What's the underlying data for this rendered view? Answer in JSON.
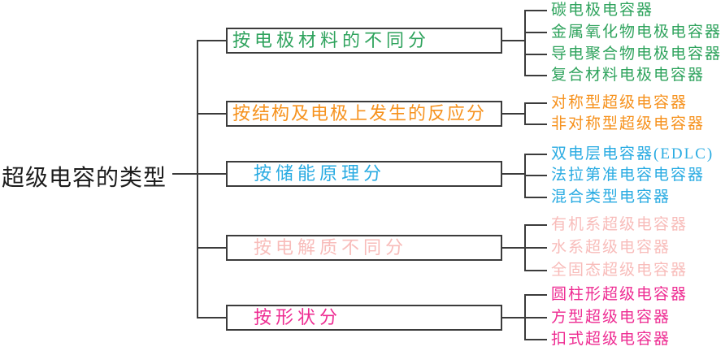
{
  "title": "超级电容的类型",
  "colors": {
    "line": "#3b3b3b",
    "root_text": "#1c1c1c",
    "branch_electrode_material": "#2fa35d",
    "branch_structure_reaction": "#f6921e",
    "branch_energy_storage": "#29abe2",
    "branch_electrolyte": "#f8bcba",
    "branch_shape": "#ee2c92"
  },
  "tree": {
    "root": "超级电容的类型",
    "branches": [
      {
        "label": "按电极材料的不同分",
        "color": "#2fa35d",
        "leaves": [
          "碳电极电容器",
          "金属氧化物电极电容器",
          "导电聚合物电极电容器",
          "复合材料电极电容器"
        ]
      },
      {
        "label": "按结构及电极上发生的反应分",
        "color": "#f6921e",
        "leaves": [
          "对称型超级电容器",
          "非对称型超级电容器"
        ]
      },
      {
        "label": "按储能原理分",
        "color": "#29abe2",
        "leaves": [
          "双电层电容器(EDLC)",
          "法拉第准电容电容器",
          "混合类型电容器"
        ]
      },
      {
        "label": "按电解质不同分",
        "color": "#f8bcba",
        "leaves": [
          "有机系超级电容器",
          "水系超级电容器",
          "全固态超级电容器"
        ]
      },
      {
        "label": "按形状分",
        "color": "#ee2c92",
        "leaves": [
          "圆柱形超级电容器",
          "方型超级电容器",
          "扣式超级电容器"
        ]
      }
    ]
  }
}
